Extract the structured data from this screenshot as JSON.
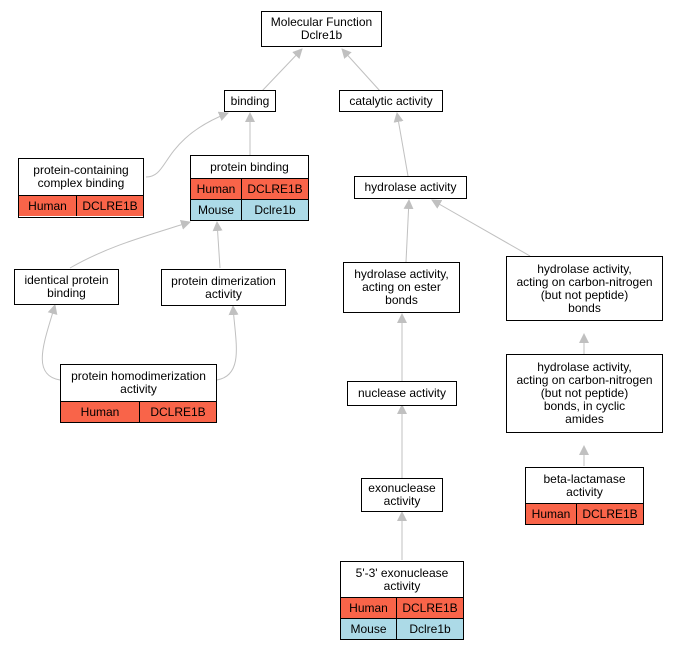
{
  "nodes": {
    "mf": {
      "label": "Molecular Function\nDclre1b"
    },
    "binding": {
      "label": "binding"
    },
    "catalytic": {
      "label": "catalytic activity"
    },
    "pccb": {
      "label": "protein-containing\ncomplex binding",
      "rows": [
        {
          "species": "Human",
          "gene": "DCLRE1B"
        }
      ]
    },
    "pb": {
      "label": "protein binding",
      "rows": [
        {
          "species": "Human",
          "gene": "DCLRE1B"
        },
        {
          "species": "Mouse",
          "gene": "Dclre1b"
        }
      ]
    },
    "hydrolase": {
      "label": "hydrolase activity"
    },
    "ipb": {
      "label": "identical protein\nbinding"
    },
    "pda": {
      "label": "protein dimerization\nactivity"
    },
    "hae": {
      "label": "hydrolase activity,\nacting on ester\nbonds"
    },
    "hacn": {
      "label": "hydrolase activity,\nacting on carbon-nitrogen\n(but not peptide)\nbonds"
    },
    "pha": {
      "label": "protein homodimerization\nactivity",
      "rows": [
        {
          "species": "Human",
          "gene": "DCLRE1B"
        }
      ]
    },
    "nuclease": {
      "label": "nuclease activity"
    },
    "hacnc": {
      "label": "hydrolase activity,\nacting on carbon-nitrogen\n(but not peptide)\nbonds, in cyclic\namides"
    },
    "exo": {
      "label": "exonuclease\nactivity"
    },
    "bl": {
      "label": "beta-lactamase\nactivity",
      "rows": [
        {
          "species": "Human",
          "gene": "DCLRE1B"
        }
      ]
    },
    "exo53": {
      "label": "5'-3' exonuclease\nactivity",
      "rows": [
        {
          "species": "Human",
          "gene": "DCLRE1B"
        },
        {
          "species": "Mouse",
          "gene": "Dclre1b"
        }
      ]
    }
  },
  "edge_color": "#c0c0c0",
  "species_colors": {
    "Human": "#f96449",
    "Mouse": "#acdae7"
  }
}
